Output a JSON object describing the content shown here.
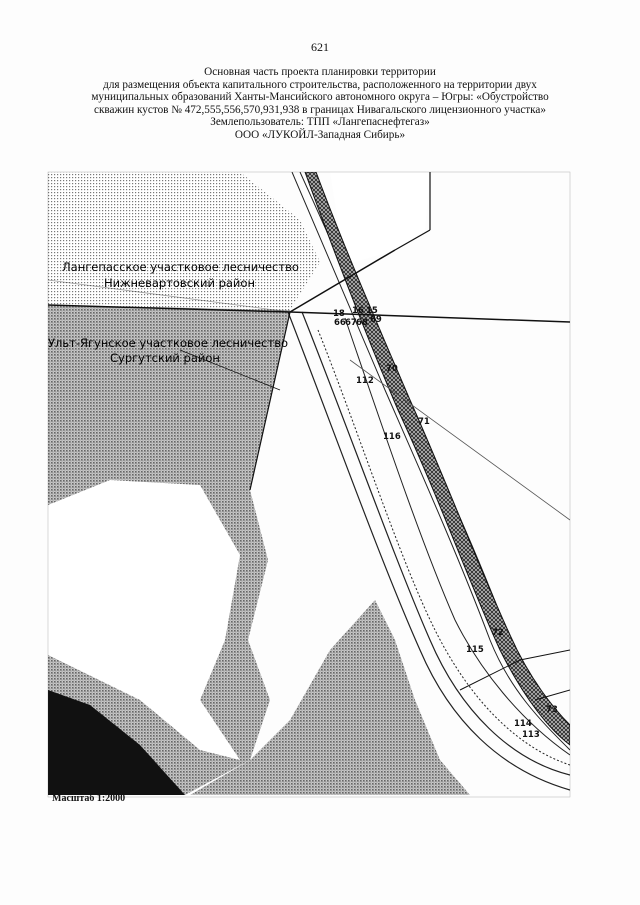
{
  "page_number": "621",
  "header": {
    "line1": "Основная часть проекта планировки территории",
    "line2": "для размещения объекта капитального строительства, расположенного на территории двух",
    "line3": "муниципальных образований Ханты-Мансийского автономного округа – Югры: «Обустройство",
    "line4": "скважин кустов № 472,555,556,570,931,938 в границах Нивагальского лицензионного участка»",
    "line5": "Землепользователь: ТПП «Лангепаснефтегаз»",
    "line6": "ООО «ЛУКОЙЛ-Западная Сибирь»"
  },
  "map": {
    "region_top": {
      "line1": "Лангепасское участковое лесничество",
      "line2": "Нижневартовский район"
    },
    "region_left": {
      "line1": "Ульт-Ягунское участковое лесничество",
      "line2": "Сургутский район"
    },
    "point_labels": {
      "p18": "18",
      "p16": "16",
      "p15": "15",
      "p66": "66",
      "p67": "67",
      "p68": "68",
      "p69": "69",
      "p70": "70",
      "p71": "71",
      "p72": "72",
      "p73": "73",
      "p112": "112",
      "p113": "113",
      "p114": "114",
      "p115": "115",
      "p116": "116"
    },
    "scale": "Масштаб 1:2000"
  }
}
